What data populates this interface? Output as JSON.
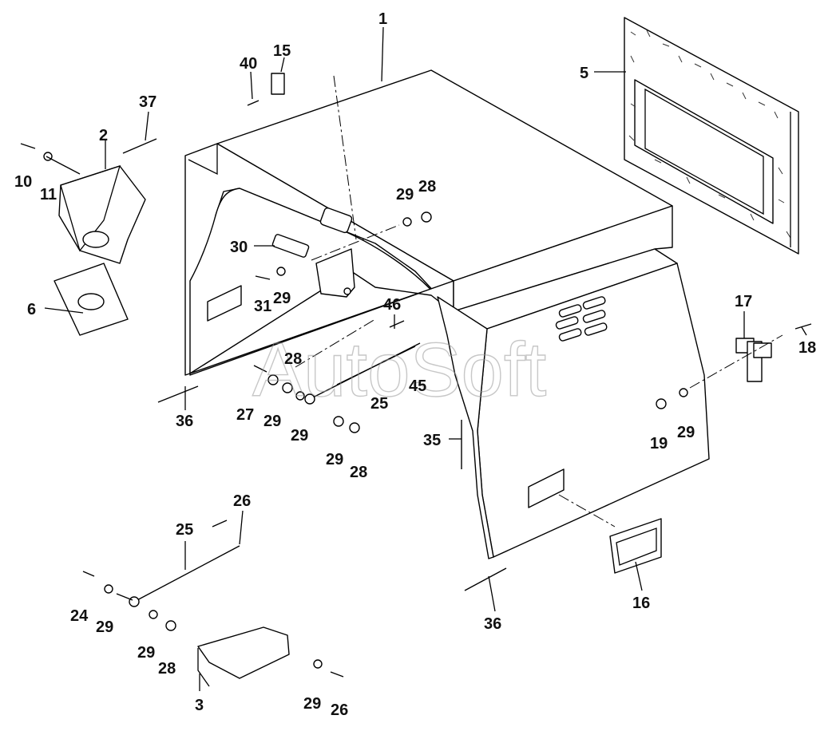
{
  "watermark": "AutoSoft",
  "callouts": {
    "c1": "1",
    "c2": "2",
    "c3": "3",
    "c5": "5",
    "c6": "6",
    "c10": "10",
    "c11": "11",
    "c15": "15",
    "c16": "16",
    "c17": "17",
    "c18": "18",
    "c19": "19",
    "c24": "24",
    "c25a": "25",
    "c25b": "25",
    "c26a": "26",
    "c26b": "26",
    "c27": "27",
    "c28a": "28",
    "c28b": "28",
    "c28c": "28",
    "c28d": "28",
    "c29a": "29",
    "c29b": "29",
    "c29c": "29",
    "c29d": "29",
    "c29e": "29",
    "c29f": "29",
    "c29g": "29",
    "c29h": "29",
    "c29i": "29",
    "c30": "30",
    "c31": "31",
    "c35": "35",
    "c36a": "36",
    "c36b": "36",
    "c37": "37",
    "c40": "40",
    "c45": "45",
    "c46": "46"
  }
}
